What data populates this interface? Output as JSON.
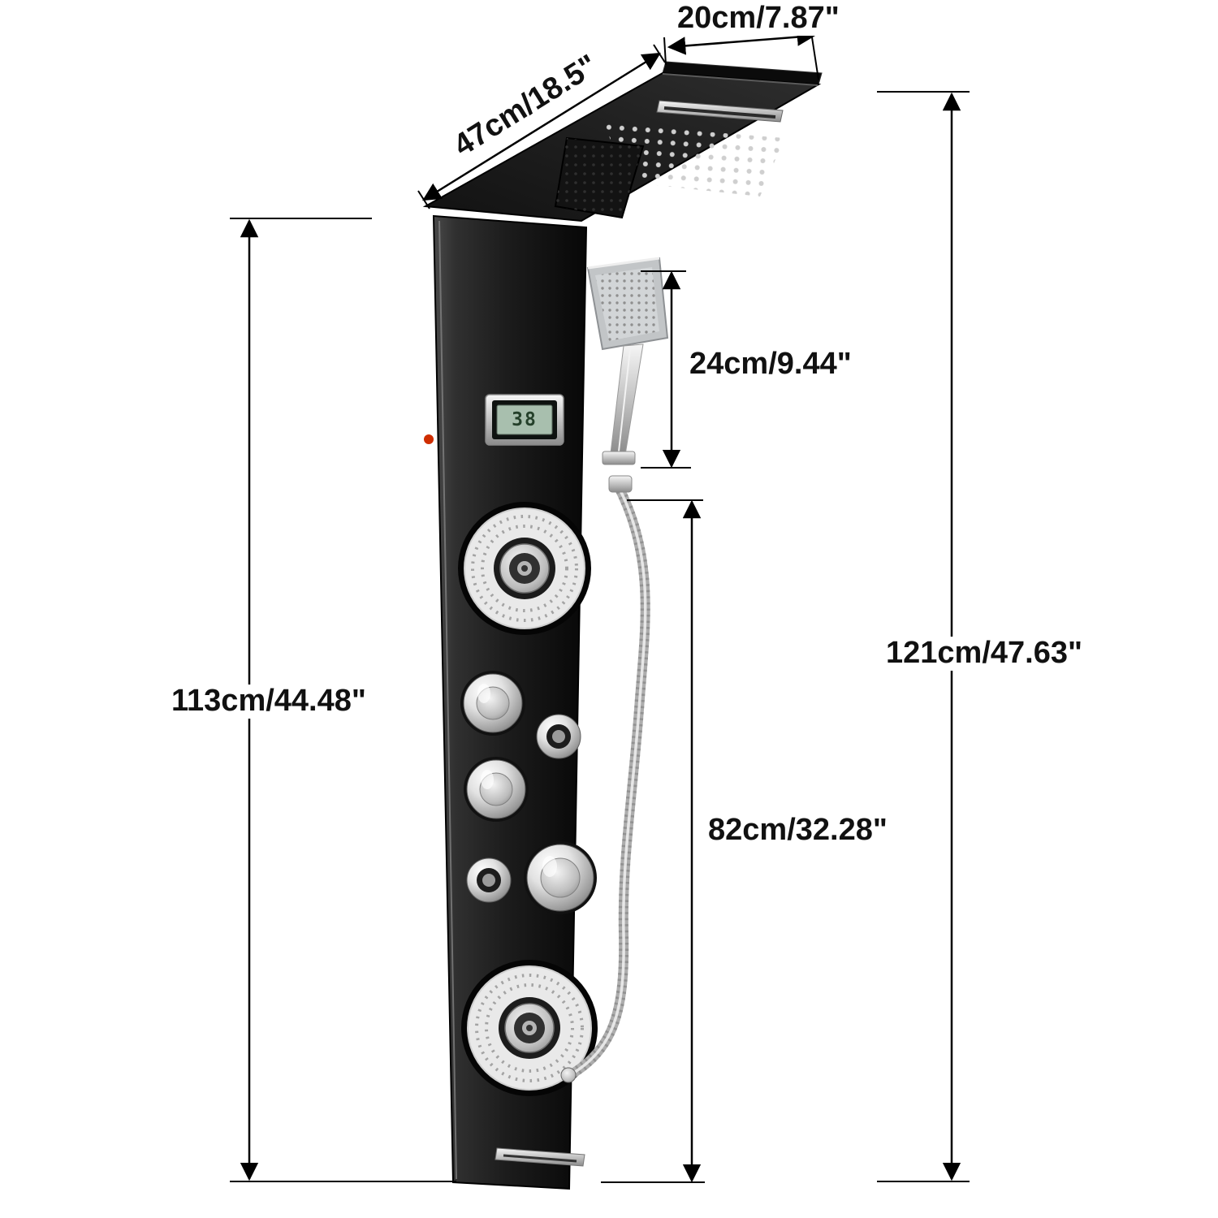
{
  "diagram": {
    "subject": "shower panel tower system with dimension annotations",
    "lcd": {
      "value": "38"
    },
    "colors": {
      "background": "#ffffff",
      "panel_black": "#1c1c1c",
      "chrome": "#c9c9c9",
      "jet_ring_white": "#e9e9e9",
      "lcd_screen": "#a8bfae",
      "indicator_red": "#cf2d00",
      "dimension_line": "#000000"
    }
  },
  "labels": {
    "top_width": "20cm/7.87\"",
    "top_length": "47cm/18.5\"",
    "hand_shower": "24cm/9.44\"",
    "panel_height": "113cm/44.48\"",
    "hose_height": "82cm/32.28\"",
    "total_height": "121cm/47.63\""
  }
}
